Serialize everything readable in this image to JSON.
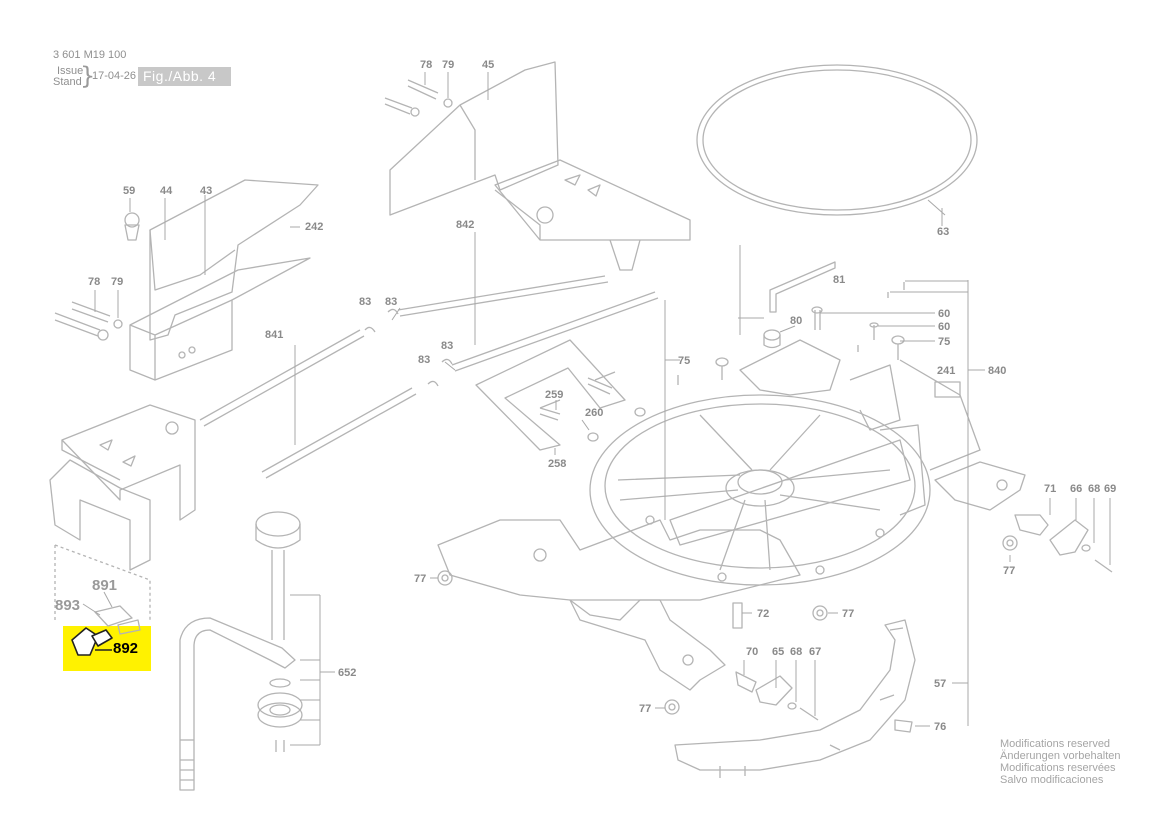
{
  "header": {
    "doc_number": "3 601 M19 100",
    "issue_label": "Issue",
    "stand_label": "Stand",
    "date": "17-04-26",
    "figure_label": "Fig./Abb. 4"
  },
  "notice": [
    "Modifications reserved",
    "Änderungen vorbehalten",
    "Modifications reservées",
    "Salvo modificaciones"
  ],
  "highlighted_part": "892",
  "part_labels": {
    "p78a": "78",
    "p79a": "79",
    "p45": "45",
    "p59": "59",
    "p44": "44",
    "p43": "43",
    "p242": "242",
    "p78b": "78",
    "p79b": "79",
    "p842": "842",
    "p83a": "83",
    "p841": "841",
    "p83b": "83",
    "p83c": "83",
    "p83d": "83",
    "p259": "259",
    "p260": "260",
    "p258": "258",
    "p63": "63",
    "p81": "81",
    "p80": "80",
    "p60a": "60",
    "p60b": "60",
    "p75a": "75",
    "p75b": "75",
    "p241": "241",
    "p840": "840",
    "p71": "71",
    "p66": "66",
    "p68a": "68",
    "p69": "69",
    "p77a": "77",
    "p77b": "77",
    "p77c": "77",
    "p77d": "77",
    "p72": "72",
    "p891": "891",
    "p893": "893",
    "p652": "652",
    "p70": "70",
    "p65": "65",
    "p68b": "68",
    "p67": "67",
    "p57": "57",
    "p76": "76"
  }
}
